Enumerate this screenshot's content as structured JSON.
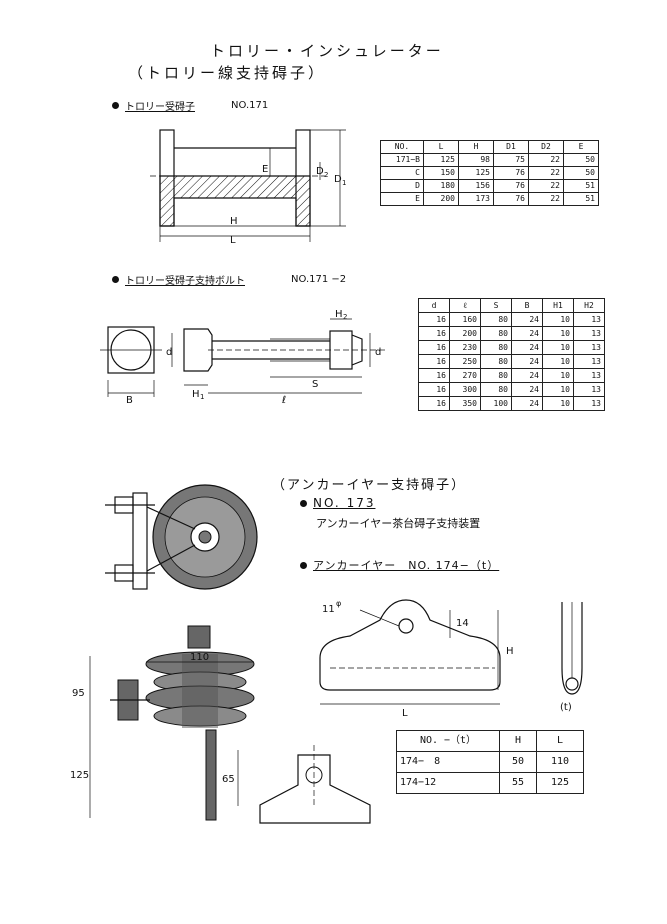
{
  "header": {
    "title": "トロリー・インシュレーター",
    "subtitle": "（トロリー線支持碍子）"
  },
  "section1": {
    "label": "トロリー受碍子",
    "number": "NO.171",
    "drawing_labels": {
      "E": "E",
      "D2": "D",
      "D2sub": "2",
      "D1": "D",
      "D1sub": "1",
      "H": "H",
      "L": "L"
    },
    "table": {
      "headers": [
        "NO.",
        "L",
        "H",
        "D1",
        "D2",
        "E"
      ],
      "rows": [
        [
          "171−B",
          "125",
          "98",
          "75",
          "22",
          "50"
        ],
        [
          "C",
          "150",
          "125",
          "76",
          "22",
          "50"
        ],
        [
          "D",
          "180",
          "156",
          "76",
          "22",
          "51"
        ],
        [
          "E",
          "200",
          "173",
          "76",
          "22",
          "51"
        ]
      ]
    }
  },
  "section2": {
    "label": "トロリー受碍子支持ボルト",
    "number": "NO.171 −2",
    "drawing_labels": {
      "B": "B",
      "d": "d",
      "H1": "H",
      "H1sub": "1",
      "l": "ℓ",
      "S": "S",
      "H2": "H",
      "H2sub": "2",
      "d2": "d"
    },
    "table": {
      "headers": [
        "d",
        "ℓ",
        "S",
        "B",
        "H1",
        "H2"
      ],
      "rows": [
        [
          "16",
          "160",
          "80",
          "24",
          "10",
          "13"
        ],
        [
          "16",
          "200",
          "80",
          "24",
          "10",
          "13"
        ],
        [
          "16",
          "230",
          "80",
          "24",
          "10",
          "13"
        ],
        [
          "16",
          "250",
          "80",
          "24",
          "10",
          "13"
        ],
        [
          "16",
          "270",
          "80",
          "24",
          "10",
          "13"
        ],
        [
          "16",
          "300",
          "80",
          "24",
          "10",
          "13"
        ],
        [
          "16",
          "350",
          "100",
          "24",
          "10",
          "13"
        ]
      ]
    }
  },
  "section3": {
    "title": "（アンカーイヤー支持碍子）",
    "item1_no": "NO. 173",
    "item1_desc": "アンカーイヤー茶台碍子支持装置",
    "item2": "アンカーイヤー　NO. 174−（t）",
    "dims": {
      "d110": "110",
      "d95": "95",
      "d125": "125",
      "d65": "65",
      "d11": "11",
      "phi": "φ",
      "d14": "14",
      "H": "H",
      "L": "L",
      "t": "(t)"
    },
    "table": {
      "headers": [
        "NO. −（t）",
        "H",
        "L"
      ],
      "rows": [
        [
          "174−　8",
          "50",
          "110"
        ],
        [
          "174−12",
          "55",
          "125"
        ]
      ]
    }
  }
}
